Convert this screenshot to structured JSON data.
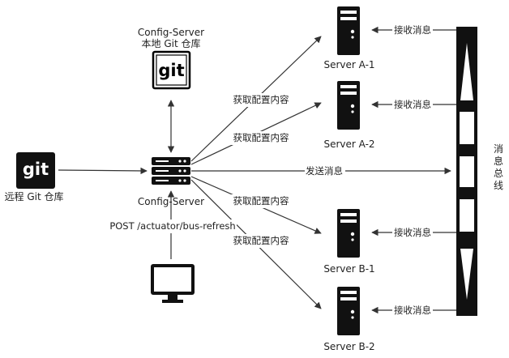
{
  "nodes": {
    "config_git": {
      "title": "Config-Server",
      "subtitle": "本地 Git 仓库",
      "logo": "git"
    },
    "remote_git": {
      "label": "远程 Git 仓库",
      "logo": "git"
    },
    "config_server": {
      "label": "Config-Server"
    },
    "server_a1": {
      "label": "Server A-1"
    },
    "server_a2": {
      "label": "Server A-2"
    },
    "server_b1": {
      "label": "Server B-1"
    },
    "server_b2": {
      "label": "Server B-2"
    },
    "bus": {
      "label": [
        "消",
        "息",
        "总",
        "线"
      ]
    }
  },
  "edges": {
    "fetch_a1": "获取配置内容",
    "fetch_a2": "获取配置内容",
    "fetch_b1": "获取配置内容",
    "fetch_b2": "获取配置内容",
    "send": "发送消息",
    "recv_a1": "接收消息",
    "recv_a2": "接收消息",
    "recv_b1": "接收消息",
    "recv_b2": "接收消息",
    "refresh": "POST /actuator/bus-refresh"
  },
  "colors": {
    "line": "#333333",
    "icon": "#000000",
    "background": "#ffffff"
  }
}
